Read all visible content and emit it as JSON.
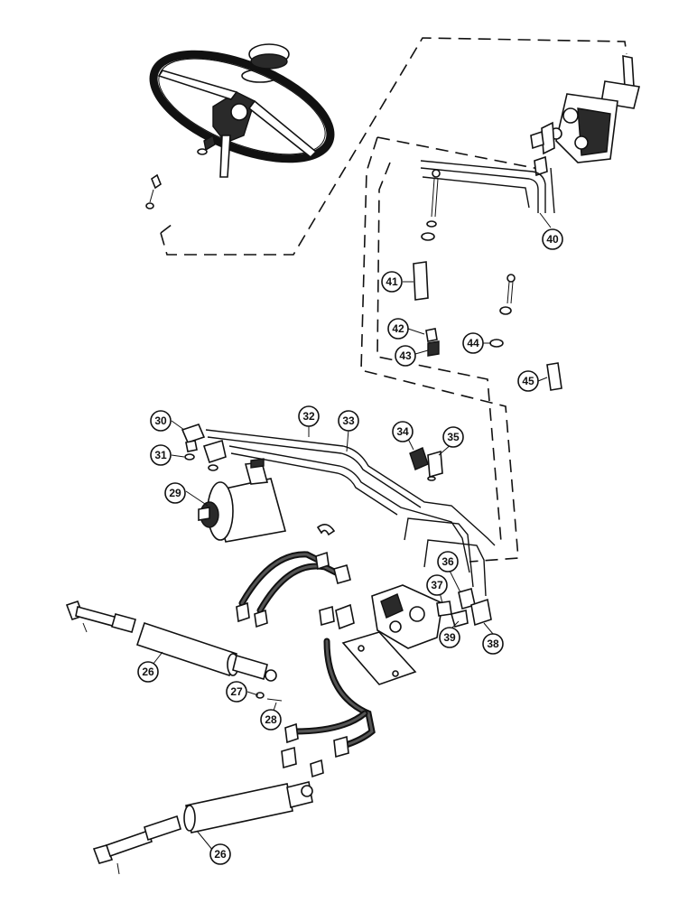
{
  "callouts": [
    {
      "label": "26"
    },
    {
      "label": "26"
    },
    {
      "label": "27"
    },
    {
      "label": "28"
    },
    {
      "label": "29"
    },
    {
      "label": "30"
    },
    {
      "label": "31"
    },
    {
      "label": "32"
    },
    {
      "label": "33"
    },
    {
      "label": "34"
    },
    {
      "label": "35"
    },
    {
      "label": "36"
    },
    {
      "label": "37"
    },
    {
      "label": "38"
    },
    {
      "label": "39"
    },
    {
      "label": "40"
    },
    {
      "label": "41"
    },
    {
      "label": "42"
    },
    {
      "label": "43"
    },
    {
      "label": "44"
    },
    {
      "label": "45"
    }
  ]
}
